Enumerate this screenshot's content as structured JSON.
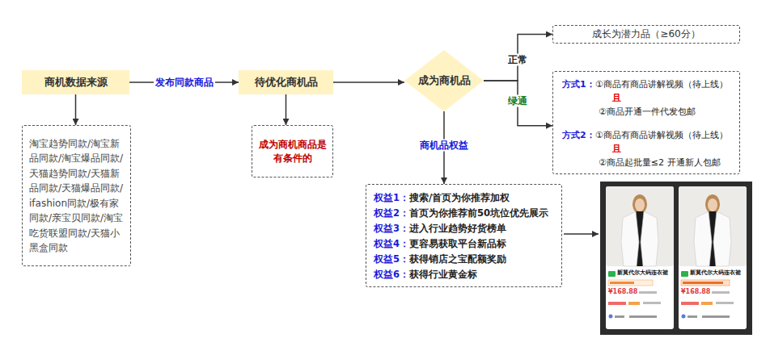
{
  "diagram": {
    "nodes": [
      {
        "text": [
          "商机数据来源"
        ]
      },
      {
        "text": [
          "待优化商机品"
        ]
      },
      {
        "text": [
          "成为商机品"
        ]
      },
      {
        "text": [
          "成长为潜力品（≥60分）"
        ]
      },
      {
        "text": [
          "方式1：",
          "①商品有商品讲解视频（待上线）",
          "且",
          "②商品开通一件代发包邮",
          "方式2：",
          "①商品有商品讲解视频（待上线）",
          "且",
          "②商品起批量≤2 开通新人包邮"
        ]
      },
      {
        "text": [
          "淘宝趋势同款/淘宝新品同款/淘宝爆品同款/天猫趋势同款/天猫新品同款/天猫爆品同款/ifashion同款/极有家同款/亲宝贝同款/淘宝吃货联盟同款/天猫小黑盒同款"
        ]
      },
      {
        "text": [
          "成为商机商品是有条件的"
        ]
      },
      {
        "text": [
          "权益1：",
          "搜索/首页为你推荐加权",
          "权益2：",
          "首页为你推荐前50坑位优先展示",
          "权益3：",
          "进入行业趋势好货榜单",
          "权益4：",
          "更容易获取平台新品标",
          "权益5：",
          "获得销店之宝配额奖励",
          "权益6：",
          "获得行业黄金标"
        ]
      }
    ],
    "edges": [
      {
        "from": 0,
        "to": 1,
        "arrow": "to",
        "label": "发布同款商品"
      },
      {
        "from": 1,
        "to": 2,
        "arrow": "to"
      },
      {
        "from": 2,
        "to": 3,
        "arrow": "to",
        "label": "正常"
      },
      {
        "from": 2,
        "to": 4,
        "arrow": "to",
        "label": "绿通"
      },
      {
        "from": 0,
        "to": 5,
        "arrow": "to"
      },
      {
        "from": 1,
        "to": 6,
        "arrow": "to"
      },
      {
        "from": 2,
        "to": 7,
        "arrow": "to",
        "label": "商机品权益"
      }
    ],
    "labels": [
      "新莫代尔大码连衣裙",
      "¥168.88",
      "新莫代尔大码连衣裙",
      "¥168.88"
    ]
  }
}
